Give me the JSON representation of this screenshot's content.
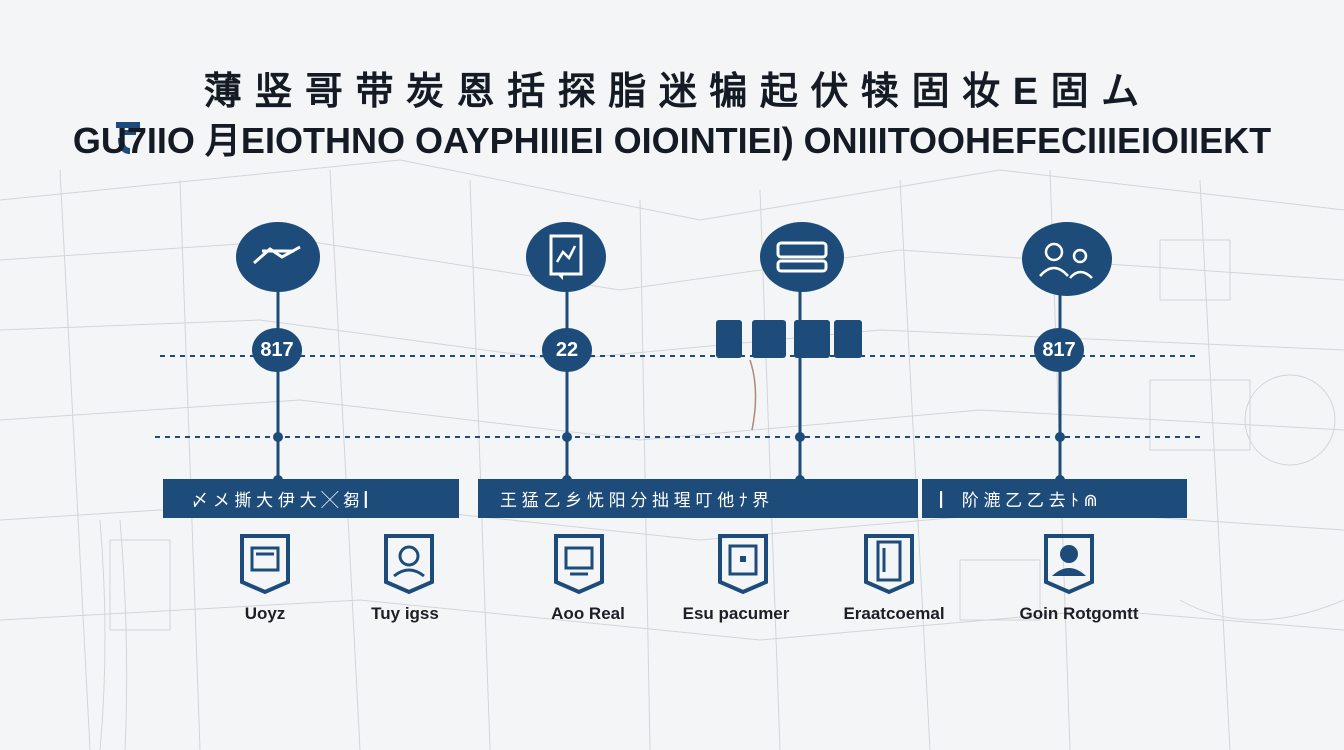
{
  "title": {
    "line1": "薄 竖 哥 带 炭 恩 括 探 脂 迷 犏 起 伏 犊 固 妆 E 固 ム",
    "line2": "GU7IIO 月EIOTHNO OAYPHIIIEI OIOINTIEI) ONIIITOOHEFECIIIEIOIIEKT"
  },
  "timeline": {
    "nodes": [
      {
        "badge": "817",
        "icon": "handshake-icon"
      },
      {
        "badge": "22",
        "icon": "document-chart-icon"
      },
      {
        "badge": "",
        "icon": "screen-icon"
      },
      {
        "badge": "817",
        "icon": "people-icon"
      }
    ]
  },
  "bars": [
    {
      "text": "〆 メ 撕 大   伊 大 ╳    芻 ▏"
    },
    {
      "text": "王 猛 乙 乡 怃 阳 分        拙 瑆 叮 他  ﾅ 界"
    },
    {
      "text": "▏    阶 漉 乙 乙 去 ﾄ      ⋒"
    }
  ],
  "cards": [
    {
      "label": "Uoyz",
      "icon": "clipboard-icon"
    },
    {
      "label": "Tuy igss",
      "icon": "person-shield-icon"
    },
    {
      "label": "Aoo Real",
      "icon": "monitor-icon"
    },
    {
      "label": "Esu pacumer",
      "icon": "frame-icon"
    },
    {
      "label": "Eraatcoemal",
      "icon": "phone-icon"
    },
    {
      "label": "Goin Rotgomtt",
      "icon": "user-badge-icon"
    }
  ],
  "colors": {
    "navy": "#1d4b7a",
    "ink": "#151b24",
    "background": "#f4f5f6"
  }
}
